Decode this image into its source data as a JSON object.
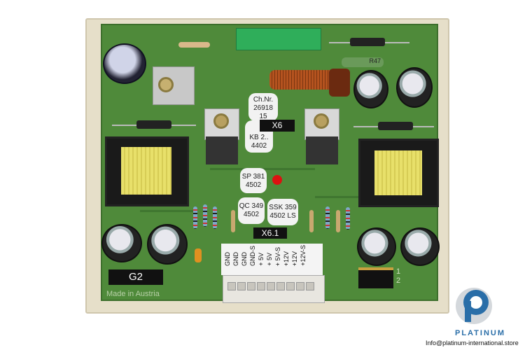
{
  "board": {
    "labels": {
      "ch_nr": [
        "Ch.Nr.",
        "26918",
        "15"
      ],
      "x6": "X6",
      "kb": [
        "KB 2..",
        "4402"
      ],
      "sp": [
        "SP 381",
        "4502"
      ],
      "qc": [
        "QC 349",
        "4502"
      ],
      "ssk": [
        "SSK 359",
        "4502 LS"
      ],
      "x6_1": "X6.1",
      "g2": "G2",
      "made_in": "Made in Austria",
      "r47": "R47"
    },
    "connector_pins": [
      "GND",
      "GND",
      "GND",
      "GND-S",
      "+ 5V",
      "+ 5V",
      "+ 5V-S",
      "+12V",
      "+12V",
      "+12V-S"
    ],
    "header_marks": [
      "1",
      "2"
    ]
  },
  "watermark": {
    "brand": "PLATINUM",
    "email": "Info@platinum-international.store",
    "color": "#2a6ea8"
  }
}
